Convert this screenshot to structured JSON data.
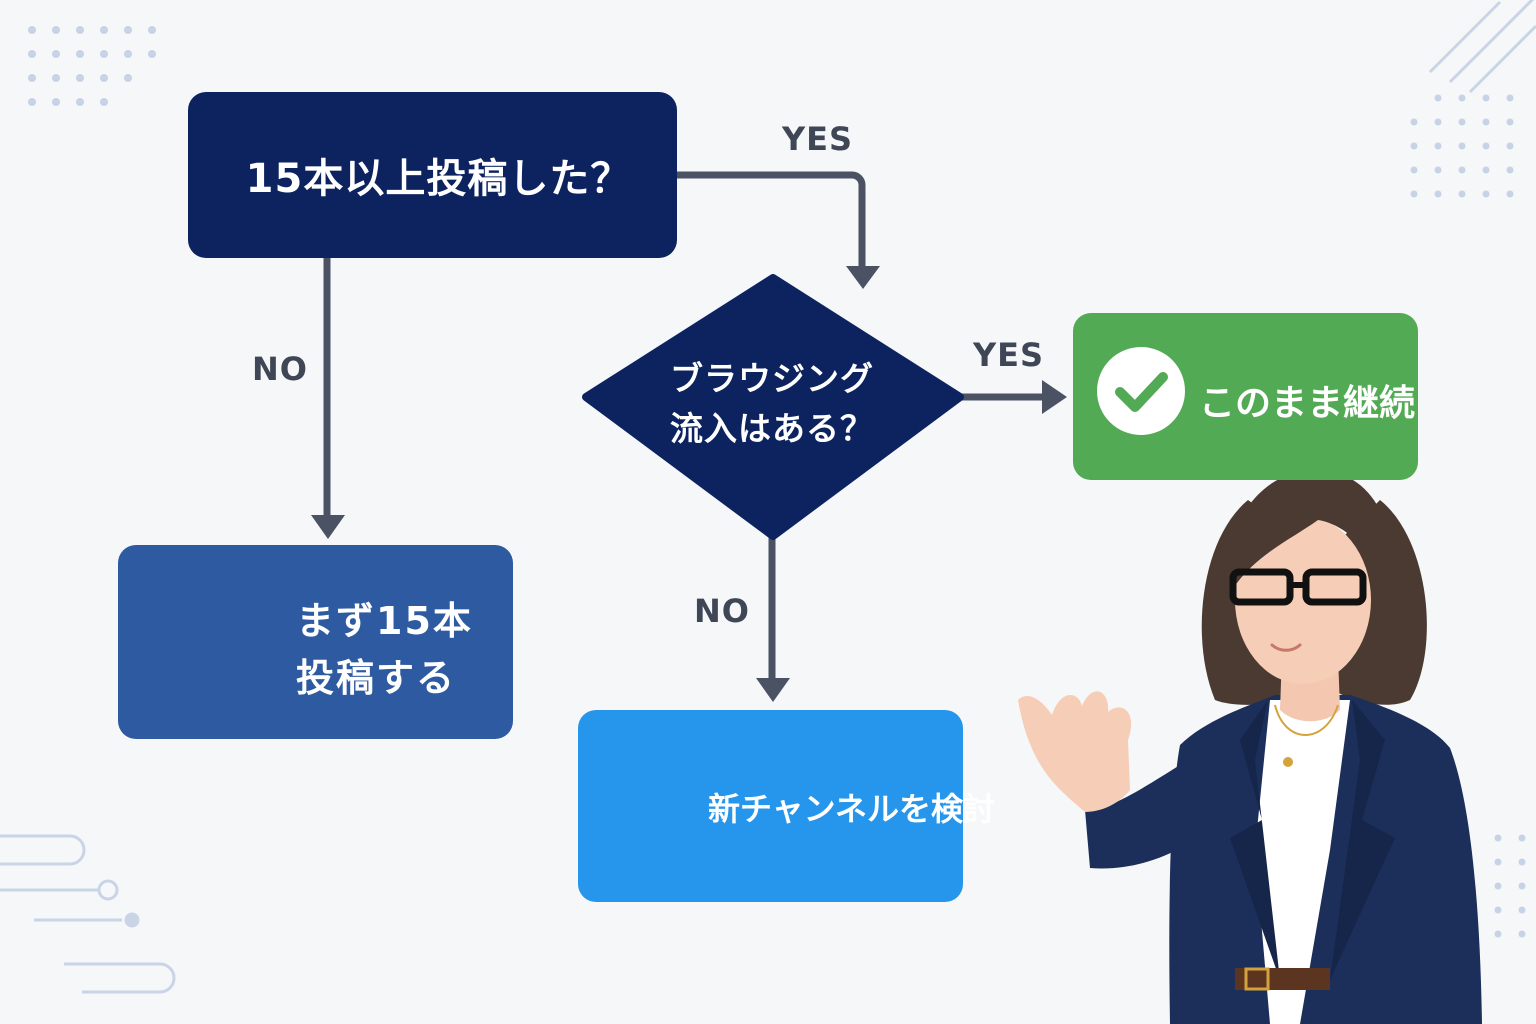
{
  "nodes": {
    "start": {
      "label": "15本以上投稿した？"
    },
    "decision": {
      "line1": "ブラウジング",
      "line2": "流入はある？"
    },
    "first_post": {
      "line1": "まず15本",
      "line2": "投稿する"
    },
    "continue": {
      "label": "このまま継続"
    },
    "new_channel": {
      "label": "新チャンネルを検討"
    }
  },
  "edges": {
    "start_yes": "YES",
    "start_no": "NO",
    "decision_yes": "YES",
    "decision_no": "NO"
  },
  "colors": {
    "start_fill": "#0c2360",
    "decision_fill": "#0c2360",
    "first_post_fill": "#2d5aa0",
    "new_channel_fill": "#2596ec",
    "continue_fill": "#53aa55",
    "arrow": "#4a5263",
    "background": "#f6f7f9"
  },
  "icons": {
    "first_post": "clipboard-checklist-pencil-icon",
    "continue": "checkmark-circle-icon",
    "new_channel": "exit-door-arrow-icon"
  }
}
